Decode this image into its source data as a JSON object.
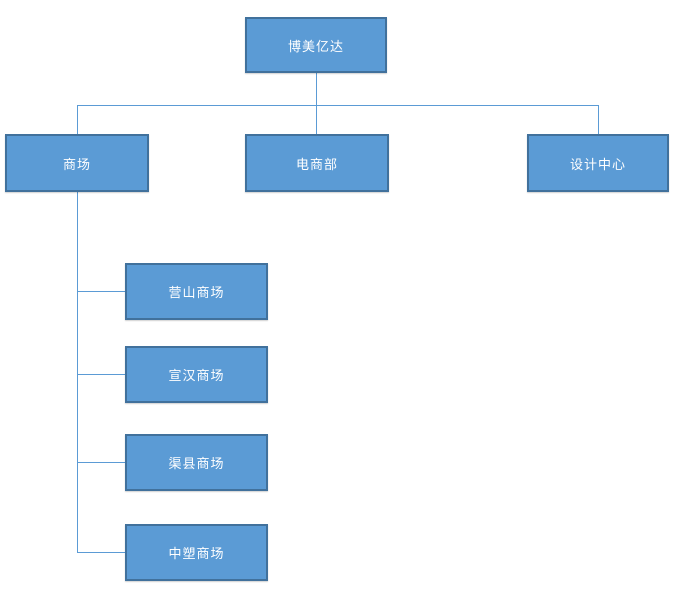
{
  "diagram": {
    "type": "org-chart",
    "root": {
      "label": "博美亿达"
    },
    "level2": [
      {
        "label": "商场"
      },
      {
        "label": "电商部"
      },
      {
        "label": "设计中心"
      }
    ],
    "level3_parent": "商场",
    "level3": [
      {
        "label": "营山商场"
      },
      {
        "label": "宣汉商场"
      },
      {
        "label": "渠县商场"
      },
      {
        "label": "中塑商场"
      }
    ],
    "colors": {
      "box_fill": "#5b9bd5",
      "box_border": "#41719c",
      "connector": "#5b9bd5",
      "text": "#ffffff",
      "background": "#ffffff"
    }
  }
}
